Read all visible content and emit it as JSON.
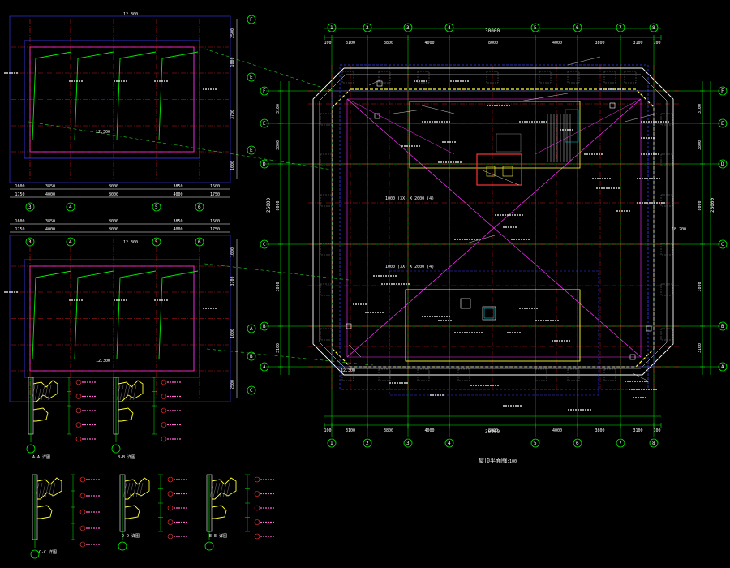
{
  "colors": {
    "background": "#000000",
    "wall": "#ffff33",
    "axis": "#ff2222",
    "grid": "#00ee00",
    "dim": "#ffffff",
    "roof": "#3a3aff",
    "slope": "#ff33ff",
    "leader": "#22cc22",
    "detail": "#66ffff"
  },
  "plan": {
    "cols_top": [
      "1",
      "2",
      "3",
      "4",
      "5",
      "6",
      "7",
      "8"
    ],
    "cols_bottom": [
      "1",
      "2",
      "3",
      "4",
      "5",
      "6",
      "7",
      "8"
    ],
    "rows_left": [
      "F",
      "E",
      "D",
      "C",
      "B",
      "A"
    ],
    "rows_right": [
      "F",
      "E",
      "D",
      "C",
      "B",
      "A"
    ],
    "dims_top": [
      "100",
      "3100",
      "3800",
      "4000",
      "8000",
      "4000",
      "3800",
      "3100",
      "100"
    ],
    "dims_bottom": [
      "100",
      "3100",
      "3800",
      "4000",
      "8000",
      "4000",
      "3800",
      "3100",
      "100"
    ],
    "overall_top": "30000",
    "overall_bottom": "30000",
    "dims_left": [
      "3100",
      "3800",
      "8000",
      "3800",
      "3100"
    ],
    "dims_right": [
      "3100",
      "3800",
      "8000",
      "3800",
      "3100"
    ],
    "overall_left": "26000",
    "overall_right": "26000",
    "elev_roof": "18.200",
    "elev_parapet": "12.300",
    "note_opening_1": "1000 (3X) X 2000 (4)",
    "note_opening_2": "1000 (3X) X 2000 (4)",
    "title": "屋顶平面图",
    "title_scale": "1:100"
  },
  "elev_top": {
    "cols": [
      "3",
      "4",
      "5",
      "6"
    ],
    "rows": [
      "F",
      "E",
      "E"
    ],
    "dims": [
      "1600",
      "3850",
      "8000",
      "3850",
      "1600"
    ],
    "dims2": [
      "1750",
      "4000",
      "8000",
      "4000",
      "1750"
    ],
    "level_top": "12.300",
    "level_bottom": "12.300",
    "left_dims": [
      "2500",
      "1000",
      "3700",
      "1000"
    ]
  },
  "elev_bottom": {
    "cols": [
      "3",
      "4",
      "5",
      "6"
    ],
    "rows": [
      "C",
      "B",
      "A"
    ],
    "dims": [
      "1600",
      "3850",
      "8000",
      "3850",
      "1600"
    ],
    "dims2": [
      "1750",
      "4000",
      "8000",
      "4000",
      "1750"
    ],
    "level_top": "12.300",
    "level_bottom": "12.300",
    "left_dims": [
      "1000",
      "3700",
      "1000",
      "2500"
    ]
  },
  "details": [
    {
      "label": "A-A 详图"
    },
    {
      "label": "B-B 详图"
    },
    {
      "label": "C-C 详图"
    },
    {
      "label": "D-D 详图"
    },
    {
      "label": "E-E 详图"
    }
  ]
}
